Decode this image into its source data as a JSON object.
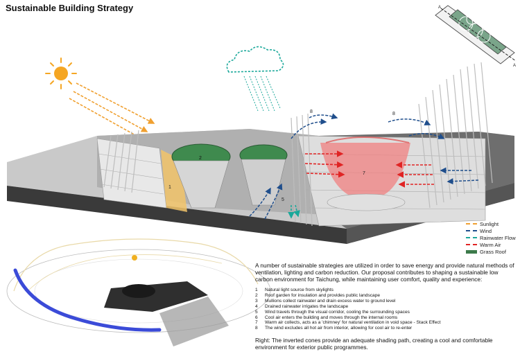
{
  "title": "Sustainable Building Strategy",
  "legend": [
    {
      "label": "Sunlight",
      "color": "#f0a030",
      "style": "dash"
    },
    {
      "label": "Wind",
      "color": "#1f4e8c",
      "style": "dash"
    },
    {
      "label": "Rainwater Flow",
      "color": "#1aa89a",
      "style": "dash"
    },
    {
      "label": "Warm Air",
      "color": "#e02424",
      "style": "dash"
    },
    {
      "label": "Grass Roof",
      "color": "#3c7a4a",
      "style": "block"
    }
  ],
  "diagram_labels": {
    "n1": "1",
    "n2": "2",
    "n5": "5",
    "n7": "7",
    "n8a": "8",
    "n8b": "8",
    "site_a": "A",
    "site_b": "A"
  },
  "description": {
    "intro": "A number of sustainable strategies are utilized in order to save energy and provide natural methods of ventilation, lighting and carbon reduction. Our proposal contributes to shaping a sustainable low carbon environment for Taichung, while maintaining user comfort, quality and experience:",
    "steps": [
      {
        "num": "1",
        "text": "Natural light source from skylights"
      },
      {
        "num": "2",
        "text": "Roof garden for insulation and provides public landscape"
      },
      {
        "num": "3",
        "text": "Mullions collect rainwater and drain excess water to ground level"
      },
      {
        "num": "4",
        "text": "Drained rainwater irrigates the landscape"
      },
      {
        "num": "5",
        "text": "Wind travels through the visual corridor, cooling the surrounding spaces"
      },
      {
        "num": "6",
        "text": "Cool air enters the building and moves through the internal rooms"
      },
      {
        "num": "7",
        "text": "Warm air collects, acts as a 'chimney' for natural ventilation in void space - Stack Effect"
      },
      {
        "num": "8",
        "text": "The wind excludes all hot air from interior, allowing for cool air to re-enter"
      }
    ],
    "footer": "Right: The inverted cones provide an adequate shading path, creating a cool and comfortable environment for exterior public programmes."
  }
}
